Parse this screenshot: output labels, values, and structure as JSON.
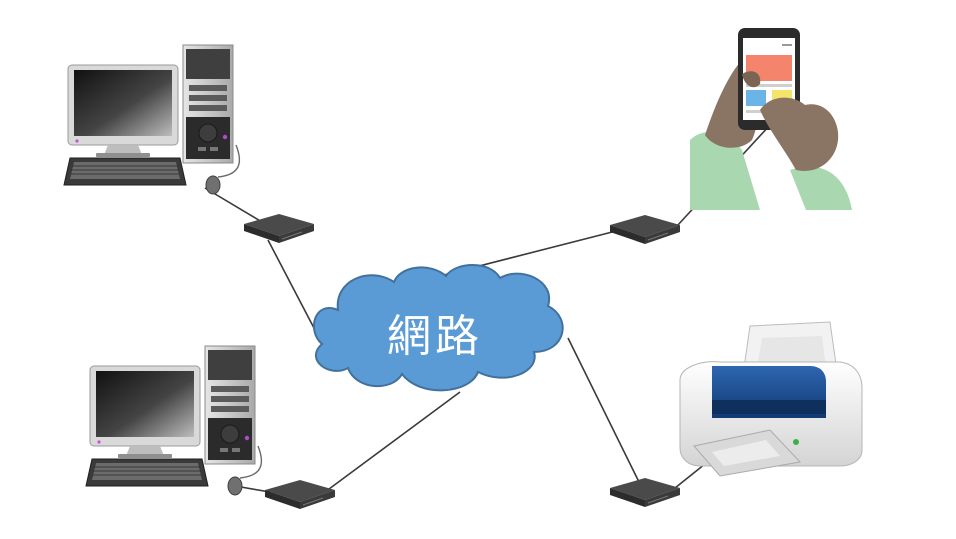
{
  "network": {
    "label": "網路"
  },
  "devices": [
    {
      "name": "desktop-computer-top-left",
      "type": "desktop-computer"
    },
    {
      "name": "desktop-computer-bottom-left",
      "type": "desktop-computer"
    },
    {
      "name": "smartphone-in-hand",
      "type": "smartphone"
    },
    {
      "name": "inkjet-printer",
      "type": "printer"
    }
  ],
  "colors": {
    "cloud": "#5b9bd5",
    "cloud_stroke": "#41719c",
    "link": "#3a3a3a",
    "printer_accent": "#1f4e8c",
    "sleeve": "#a9d8b0",
    "skin": "#8a7464",
    "phone_panel_orange": "#f4846b",
    "phone_panel_blue": "#6ab4e8",
    "phone_panel_yellow": "#f4e46b"
  }
}
